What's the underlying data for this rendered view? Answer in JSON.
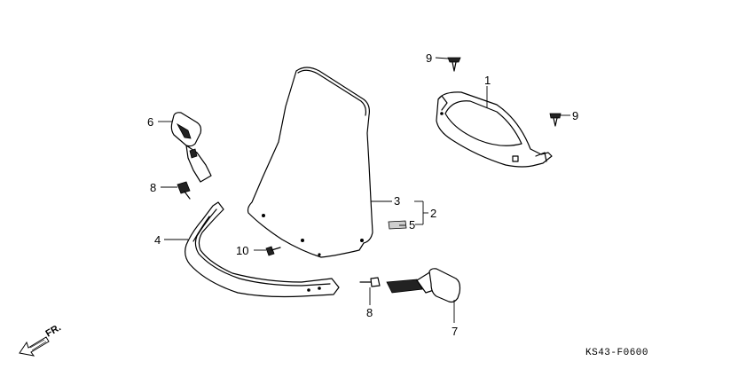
{
  "callouts": {
    "c1": "1",
    "c2": "2",
    "c3": "3",
    "c4": "4",
    "c5": "5",
    "c6": "6",
    "c7": "7",
    "c8a": "8",
    "c8b": "8",
    "c9a": "9",
    "c9b": "9",
    "c10": "10"
  },
  "direction_label": "FR.",
  "diagram_code": "KS43-F0600"
}
